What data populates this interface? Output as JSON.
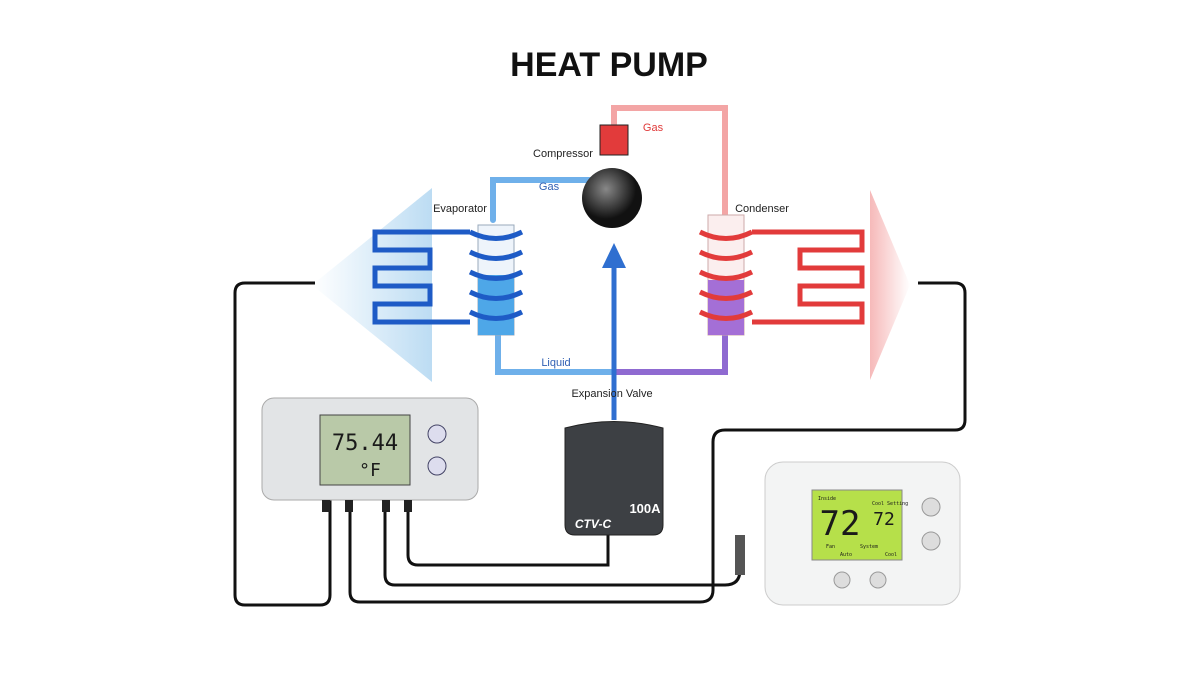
{
  "title": "HEAT PUMP",
  "labels": {
    "compressor": "Compressor",
    "gas_low": "Gas",
    "gas_high": "Gas",
    "evaporator": "Evaporator",
    "condenser": "Condenser",
    "liquid": "Liquid",
    "expansion_valve": "Expansion Valve"
  },
  "data_logger": {
    "reading": "75.44",
    "unit": "°F"
  },
  "current_sensor": {
    "rating": "100A",
    "model": "CTV-C"
  },
  "thermostat": {
    "inside_label": "Inside",
    "inside_temp": "72",
    "setting_label": "Cool Setting",
    "setting_temp": "72",
    "fan_label": "Fan",
    "fan_value": "Auto",
    "system_label": "System",
    "system_value": "Cool"
  },
  "colors": {
    "cold": "#2f6fd0",
    "hot": "#e23b3b",
    "lcd": "#b6e04a"
  }
}
